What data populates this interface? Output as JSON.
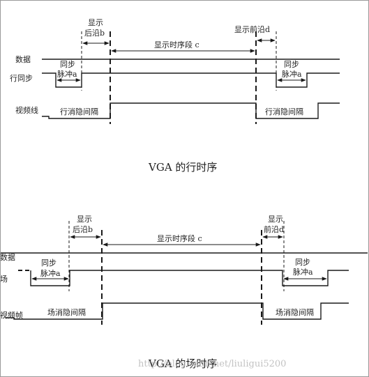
{
  "colors": {
    "line": "#1a1a1a",
    "text": "#222222",
    "background": "#ffffff",
    "watermark": "#b8b8b8"
  },
  "horizontal": {
    "label_data": "数据",
    "label_sync": "行同步",
    "label_video": "视频线",
    "sync_pulse": "同步",
    "sync_pulse_a": "脉冲a",
    "back_porch_1": "显示",
    "back_porch_2": "后沿b",
    "front_porch": "显示前沿d",
    "display_period": "显示时序段 c",
    "sync_pulse_right": "同步",
    "sync_pulse_right_a": "脉冲a",
    "blank_left": "行消隐间隔",
    "blank_right": "行消隐间隔",
    "title": "VGA 的行时序"
  },
  "vertical": {
    "label_data": "数据",
    "label_sync": "场",
    "label_video": "视频帧",
    "sync_pulse": "同步",
    "sync_pulse_a": "脉冲a",
    "back_porch_1": "显示",
    "back_porch_2": "后沿b",
    "front_porch_1": "显示",
    "front_porch_2": "前沿d",
    "display_period": "显示时序段 c",
    "sync_pulse_right": "同步",
    "sync_pulse_right_a": "脉冲a",
    "blank_left": "场消隐间隔",
    "blank_right": "场消隐间隔",
    "title": "VGA 的场时序"
  },
  "watermark": "http://blog.csdn.net/liuligui5200"
}
